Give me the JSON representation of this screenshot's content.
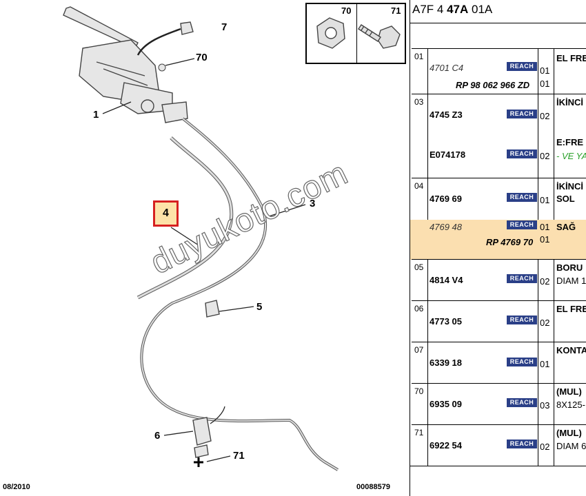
{
  "diagram": {
    "callouts": [
      {
        "label": "7"
      },
      {
        "label": "70"
      },
      {
        "label": "1"
      },
      {
        "label": "3"
      },
      {
        "label": "4"
      },
      {
        "label": "5"
      },
      {
        "label": "6"
      },
      {
        "label": "71"
      }
    ],
    "thumb_labels": [
      "70",
      "71"
    ],
    "watermark": "duyukoto.com",
    "footer_left": "08/2010",
    "footer_right": "00088579"
  },
  "panel": {
    "header_part1": "A7F 4 ",
    "header_bold": "47A",
    "header_part2": " 01A",
    "badge": "REACH",
    "groups": [
      {
        "num": "01",
        "rows": [
          {
            "ref": "4701 C4",
            "italic": true,
            "qty": "01",
            "desc": "EL FRE"
          },
          {
            "rp": "RP 98 062 966 ZD",
            "qty": "01"
          }
        ]
      },
      {
        "num": "03",
        "rows": [
          {
            "ref": "4745 Z3",
            "italic": false,
            "qty": "02",
            "desc": "İKİNCİ"
          },
          {
            "ref": "E074178",
            "italic": false,
            "qty": "02",
            "desc": "E:FRE",
            "note": "- VE YA"
          }
        ]
      },
      {
        "num": "04",
        "rows": [
          {
            "ref": "4769 69",
            "italic": false,
            "qty": "01",
            "desc": "İKİNCİ",
            "desc2": "SOL"
          },
          {
            "ref": "4769 48",
            "italic": true,
            "qty": "01",
            "desc": "SAĞ"
          },
          {
            "rp": "RP 4769 70",
            "qty": "01"
          }
        ]
      },
      {
        "num": "05",
        "rows": [
          {
            "ref": "4814 V4",
            "italic": false,
            "qty": "02",
            "desc": "BORU",
            "desc2": "DIAM 1"
          }
        ]
      },
      {
        "num": "06",
        "rows": [
          {
            "ref": "4773 05",
            "italic": false,
            "qty": "02",
            "desc": "EL FRE"
          }
        ]
      },
      {
        "num": "07",
        "rows": [
          {
            "ref": "6339 18",
            "italic": false,
            "qty": "01",
            "desc": "KONTA"
          }
        ]
      },
      {
        "num": "70",
        "rows": [
          {
            "ref": "6935 09",
            "italic": false,
            "qty": "03",
            "desc": "(MUL)",
            "desc2": "8X125-"
          }
        ]
      },
      {
        "num": "71",
        "rows": [
          {
            "ref": "6922 54",
            "italic": false,
            "qty": "02",
            "desc": "(MUL)",
            "desc2": "DIAM 6"
          }
        ]
      }
    ]
  }
}
